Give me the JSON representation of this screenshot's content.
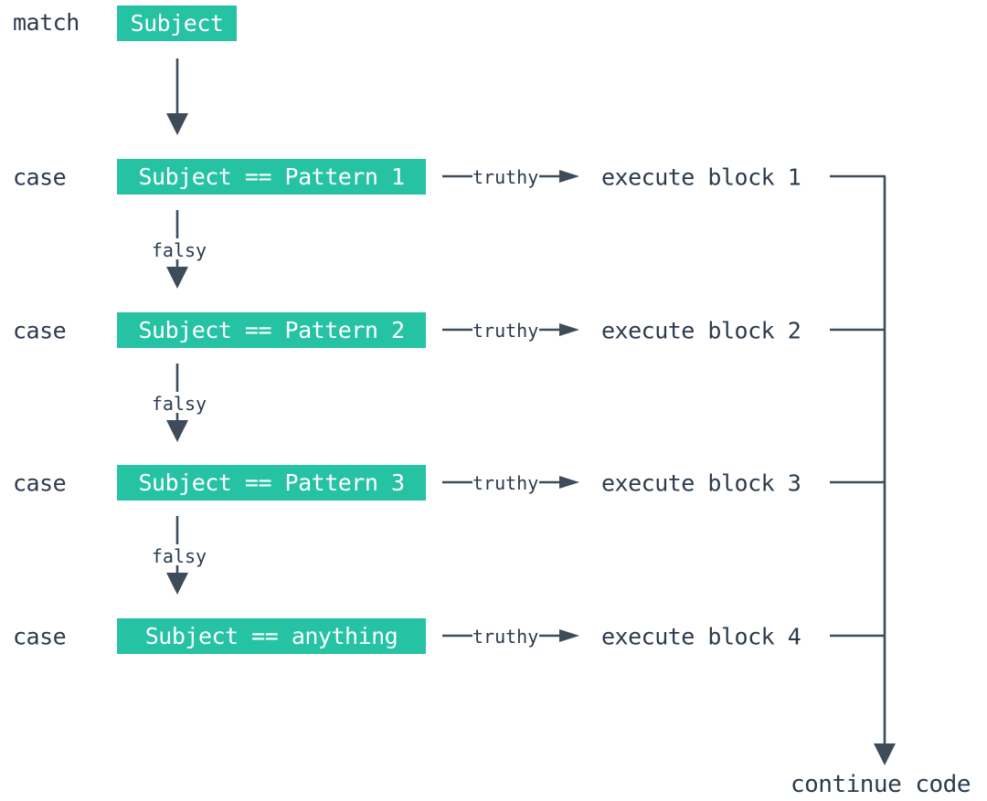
{
  "colors": {
    "accent_teal": "#26c2a4",
    "text_dark": "#2b3a4d",
    "line_slate": "#3e4c59",
    "box_text": "#ffffff",
    "background": "#ffffff"
  },
  "match_row": {
    "keyword": "match",
    "subject": "Subject"
  },
  "cases": [
    {
      "keyword": "case",
      "condition": "Subject == Pattern 1",
      "branch_true": "truthy",
      "action": "execute block 1",
      "branch_false": "falsy"
    },
    {
      "keyword": "case",
      "condition": "Subject == Pattern 2",
      "branch_true": "truthy",
      "action": "execute block 2",
      "branch_false": "falsy"
    },
    {
      "keyword": "case",
      "condition": "Subject == Pattern 3",
      "branch_true": "truthy",
      "action": "execute block 3",
      "branch_false": "falsy"
    },
    {
      "keyword": "case",
      "condition": "Subject == anything",
      "branch_true": "truthy",
      "action": "execute block 4"
    }
  ],
  "footer": {
    "continue_label": "continue code"
  }
}
